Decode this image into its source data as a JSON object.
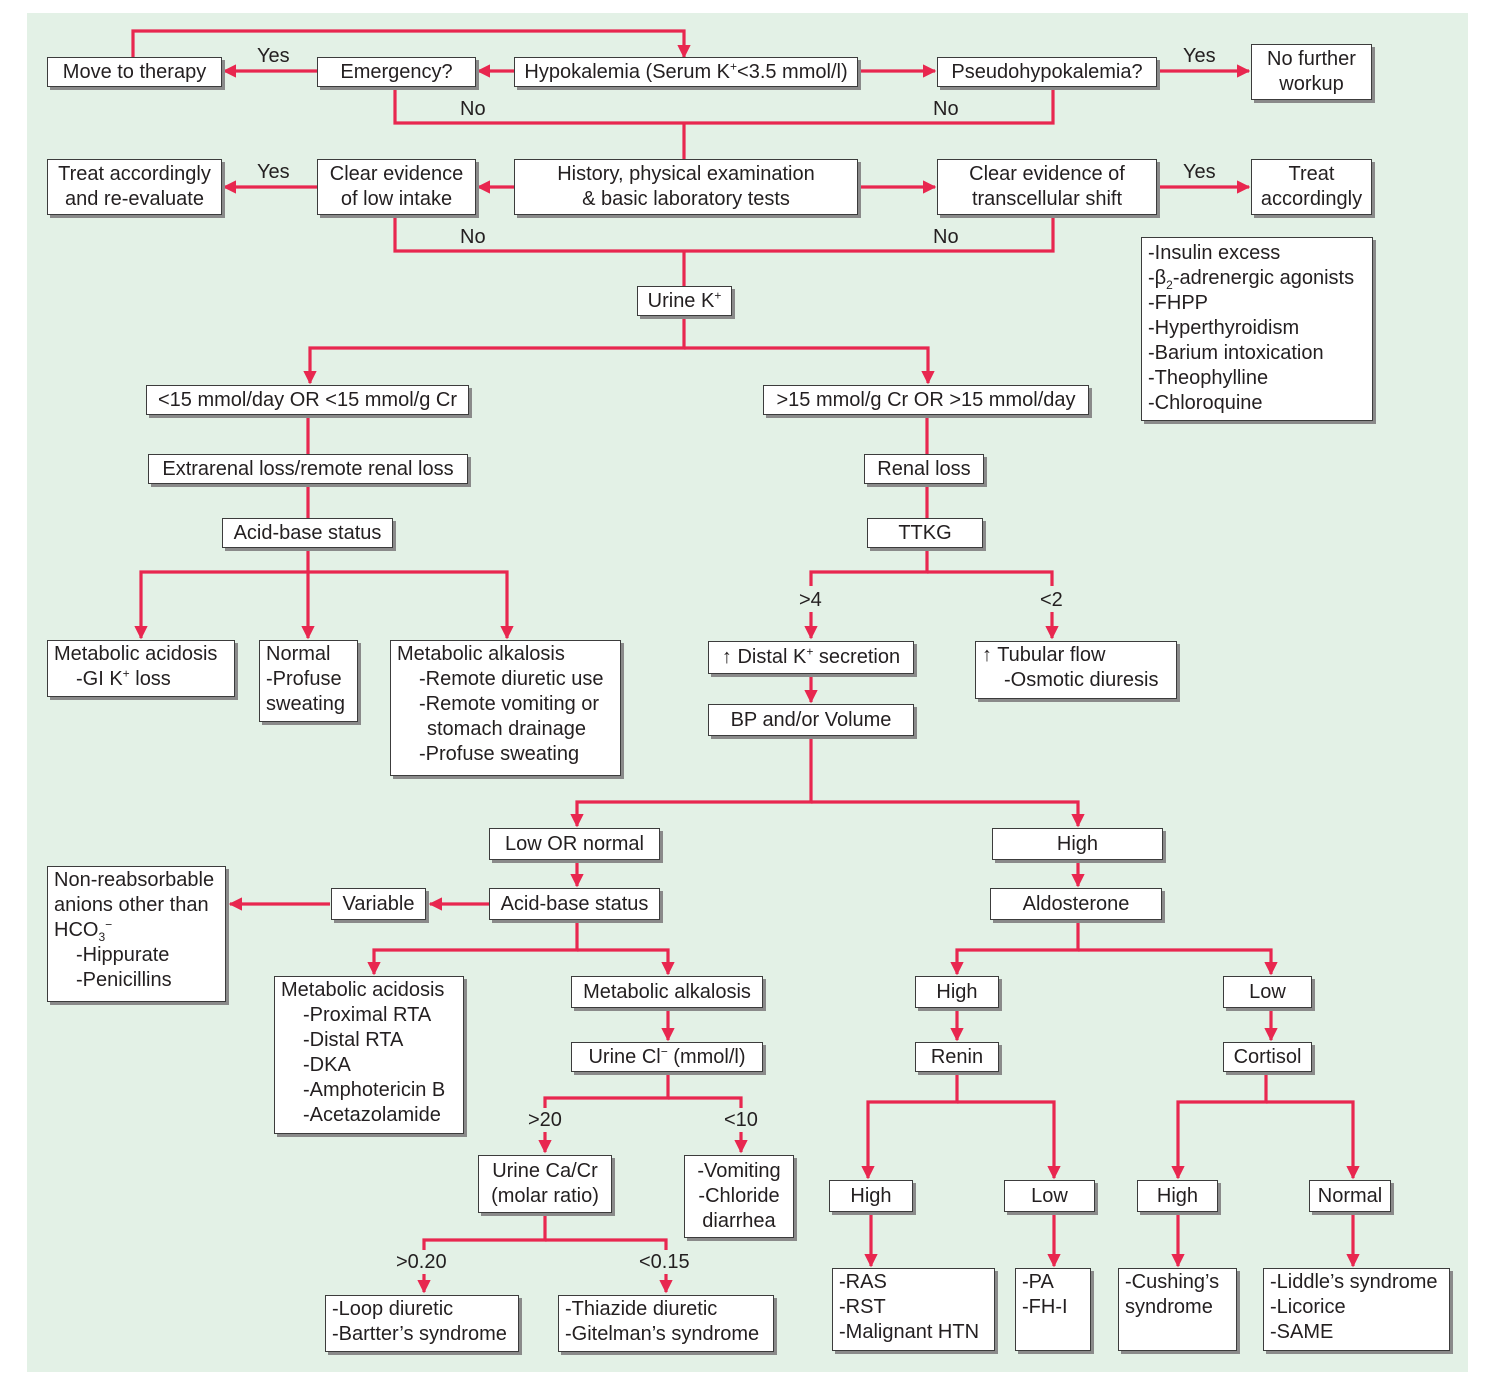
{
  "colors": {
    "connector": "#e8274f",
    "background": "#e3f1e6",
    "box_border": "#3c3c3c"
  },
  "nodes": {
    "hypokalemia": {
      "pre": "Hypokalemia (Serum K",
      "sup": "+",
      "post": "<3.5 mmol/l)"
    },
    "emergency": "Emergency?",
    "move_to_therapy": "Move to therapy",
    "pseudohypokalemia": "Pseudohypokalemia?",
    "no_further_workup": [
      "No further",
      "workup"
    ],
    "history": [
      "History, physical examination",
      "& basic laboratory tests"
    ],
    "low_intake": [
      "Clear evidence",
      "of low intake"
    ],
    "treat_reevaluate": [
      "Treat accordingly",
      "and re-evaluate"
    ],
    "transcellular": [
      "Clear evidence of",
      "transcellular shift"
    ],
    "treat_accordingly": [
      "Treat",
      "accordingly"
    ],
    "transcellular_causes": {
      "items": [
        "-Insulin excess",
        "-FHPP",
        "-Hyperthyroidism",
        "-Barium intoxication",
        "-Theophylline",
        "-Chloroquine"
      ],
      "beta_pre": "-β",
      "beta_sub": "2",
      "beta_post": "-adrenergic agonists"
    },
    "urine_k": {
      "text": "Urine K",
      "sup": "+"
    },
    "low_urine_k": "<15 mmol/day OR <15 mmol/g Cr",
    "high_urine_k": ">15 mmol/g Cr OR >15 mmol/day",
    "extrarenal": "Extrarenal loss/remote renal loss",
    "renal_loss": "Renal loss",
    "acid_base_1": "Acid-base status",
    "ttkg": "TTKG",
    "met_acidosis_1": {
      "title": "Metabolic acidosis",
      "pre": "-GI K",
      "sup": "+",
      "post": " loss"
    },
    "normal_1": [
      "Normal",
      "-Profuse",
      "sweating"
    ],
    "met_alkalosis_1": {
      "title": "Metabolic alkalosis",
      "items": [
        "-Remote diuretic use",
        "-Remote vomiting or",
        "stomach drainage",
        "-Profuse sweating"
      ]
    },
    "distal_k": {
      "pre": "↑ Distal K",
      "sup": "+",
      "post": " secretion"
    },
    "tubular_flow": {
      "title": "↑ Tubular flow",
      "item": "-Osmotic diuresis"
    },
    "bp_volume": "BP and/or Volume",
    "low_normal": "Low OR normal",
    "high_bp": "High",
    "acid_base_2": "Acid-base status",
    "variable": "Variable",
    "non_reabsorbable": {
      "lines": [
        "Non-reabsorbable",
        "anions other than"
      ],
      "hco_pre": "HCO",
      "hco_sub": "3",
      "hco_sup": "−",
      "items": [
        "-Hippurate",
        "-Penicillins"
      ]
    },
    "aldosterone": "Aldosterone",
    "met_acidosis_2": {
      "title": "Metabolic acidosis",
      "items": [
        "-Proximal RTA",
        "-Distal RTA",
        "-DKA",
        "-Amphotericin B",
        "-Acetazolamide"
      ]
    },
    "met_alkalosis_2": "Metabolic alkalosis",
    "urine_cl": {
      "pre": "Urine Cl",
      "sup": "−",
      "post": " (mmol/l)"
    },
    "urine_ca_cr": [
      "Urine Ca/Cr",
      "(molar ratio)"
    ],
    "vomiting": [
      "-Vomiting",
      "-Chloride",
      "diarrhea"
    ],
    "loop": [
      "-Loop diuretic",
      "-Bartter’s syndrome"
    ],
    "thiazide": [
      "-Thiazide diuretic",
      "-Gitelman’s syndrome"
    ],
    "aldo_high": "High",
    "aldo_low": "Low",
    "renin": "Renin",
    "cortisol": "Cortisol",
    "renin_high": "High",
    "renin_low": "Low",
    "cortisol_high": "High",
    "cortisol_normal": "Normal",
    "ras": [
      "-RAS",
      "-RST",
      "-Malignant HTN"
    ],
    "pa": [
      "-PA",
      "-FH-I"
    ],
    "cushing": [
      "-Cushing’s",
      "syndrome"
    ],
    "liddle": [
      "-Liddle’s syndrome",
      "-Licorice",
      "-SAME"
    ]
  },
  "labels": {
    "yes": "Yes",
    "no": "No",
    "gt4": ">4",
    "lt2": "<2",
    "gt20": ">20",
    "lt10": "<10",
    "gt020": ">0.20",
    "lt015": "<0.15"
  }
}
